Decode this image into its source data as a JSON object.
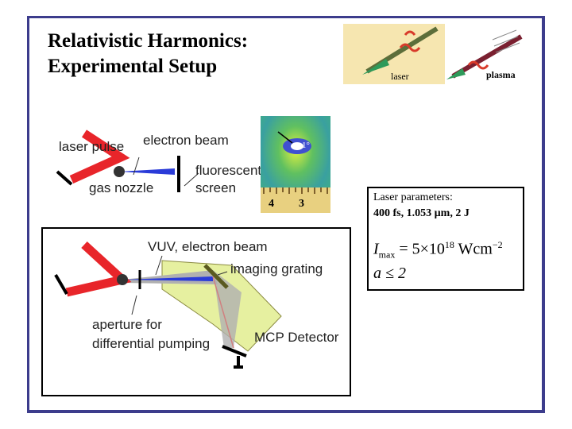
{
  "title": {
    "line1": "Relativistic Harmonics:",
    "line2": "Experimental Setup"
  },
  "thumbnails": {
    "laser_label": "laser",
    "plasma_label": "plasma"
  },
  "top_diagram": {
    "laser_pulse": "laser pulse",
    "electron_beam": "electron beam",
    "fluorescent": "fluorescent",
    "screen": "screen",
    "gas_nozzle": "gas nozzle"
  },
  "image_inset": {
    "marker": "1°",
    "scale_4": "4",
    "scale_3": "3"
  },
  "params": {
    "heading": "Laser parameters:",
    "values": "400 fs, 1.053 µm, 2 J",
    "intensity_symbol": "I",
    "intensity_sub": "max",
    "intensity_eq": " = 5×10",
    "intensity_exp": "18",
    "intensity_unit": " Wcm",
    "intensity_unit_exp": "−2",
    "a_formula": "a ≤ 2"
  },
  "bottom_diagram": {
    "vuv_beam": "VUV, electron beam",
    "imaging_grating": "imaging grating",
    "aperture_line1": "aperture for",
    "aperture_line2": "differential pumping",
    "mcp_detector": "MCP Detector"
  },
  "colors": {
    "frame": "#3c3c8c",
    "laser_red": "#e8252a",
    "beam_blue": "#2a3bd8",
    "yellow_green": "#e6f0a0"
  }
}
